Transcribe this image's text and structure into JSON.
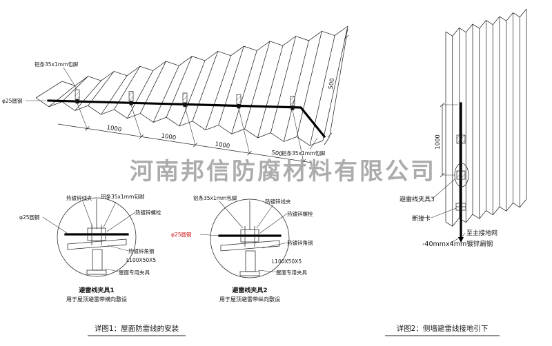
{
  "watermark": "河南邦信防腐材料有限公司",
  "main": {
    "label_alu_top": "铝条35x1mm包脚",
    "label_round_steel": "φ25圆钢",
    "label_alu_right": "铝条35x1mm包脚",
    "dims": {
      "d1": "1000",
      "d2": "1000",
      "d3": "1000",
      "d4": "500",
      "d5": "500"
    },
    "caption": "详图1：屋面防雷线的安装"
  },
  "detail1": {
    "title": "避雷线夹具1",
    "subtitle": "用于屋顶避雷带横向敷设",
    "labels": {
      "clip": "热镀锌线夹",
      "alu": "铝条35x1mm包脚",
      "bolt": "热镀锌螺栓",
      "rod": "φ25圆钢",
      "angle": "热镀锌角钢",
      "angle_spec": "L100X50X5",
      "fixture": "屋面专用夹具"
    }
  },
  "detail2": {
    "title": "避雷线夹具2",
    "subtitle": "用于屋顶避雷带纵向敷设",
    "labels": {
      "alu": "铝条35x1mm包脚",
      "clip": "热镀锌线夹",
      "bolt": "热镀锌螺栓",
      "rod": "φ25圆钢",
      "angle": "热镀锌角钢",
      "angle_spec": "L100X50X5",
      "fixture": "屋面专用夹具"
    }
  },
  "wall": {
    "dim": "1000",
    "label_clamp": "避雷线夹具3",
    "label_disconnect": "断接卡",
    "label_to_ground": "至主接地网",
    "label_flat_steel": "-40mmx4mm镀锌扁钢",
    "caption": "详图2：侧墙避雷线接地引下"
  },
  "colors": {
    "line": "#222222",
    "red": "#cc1111",
    "watermark": "#9e9e9e"
  }
}
